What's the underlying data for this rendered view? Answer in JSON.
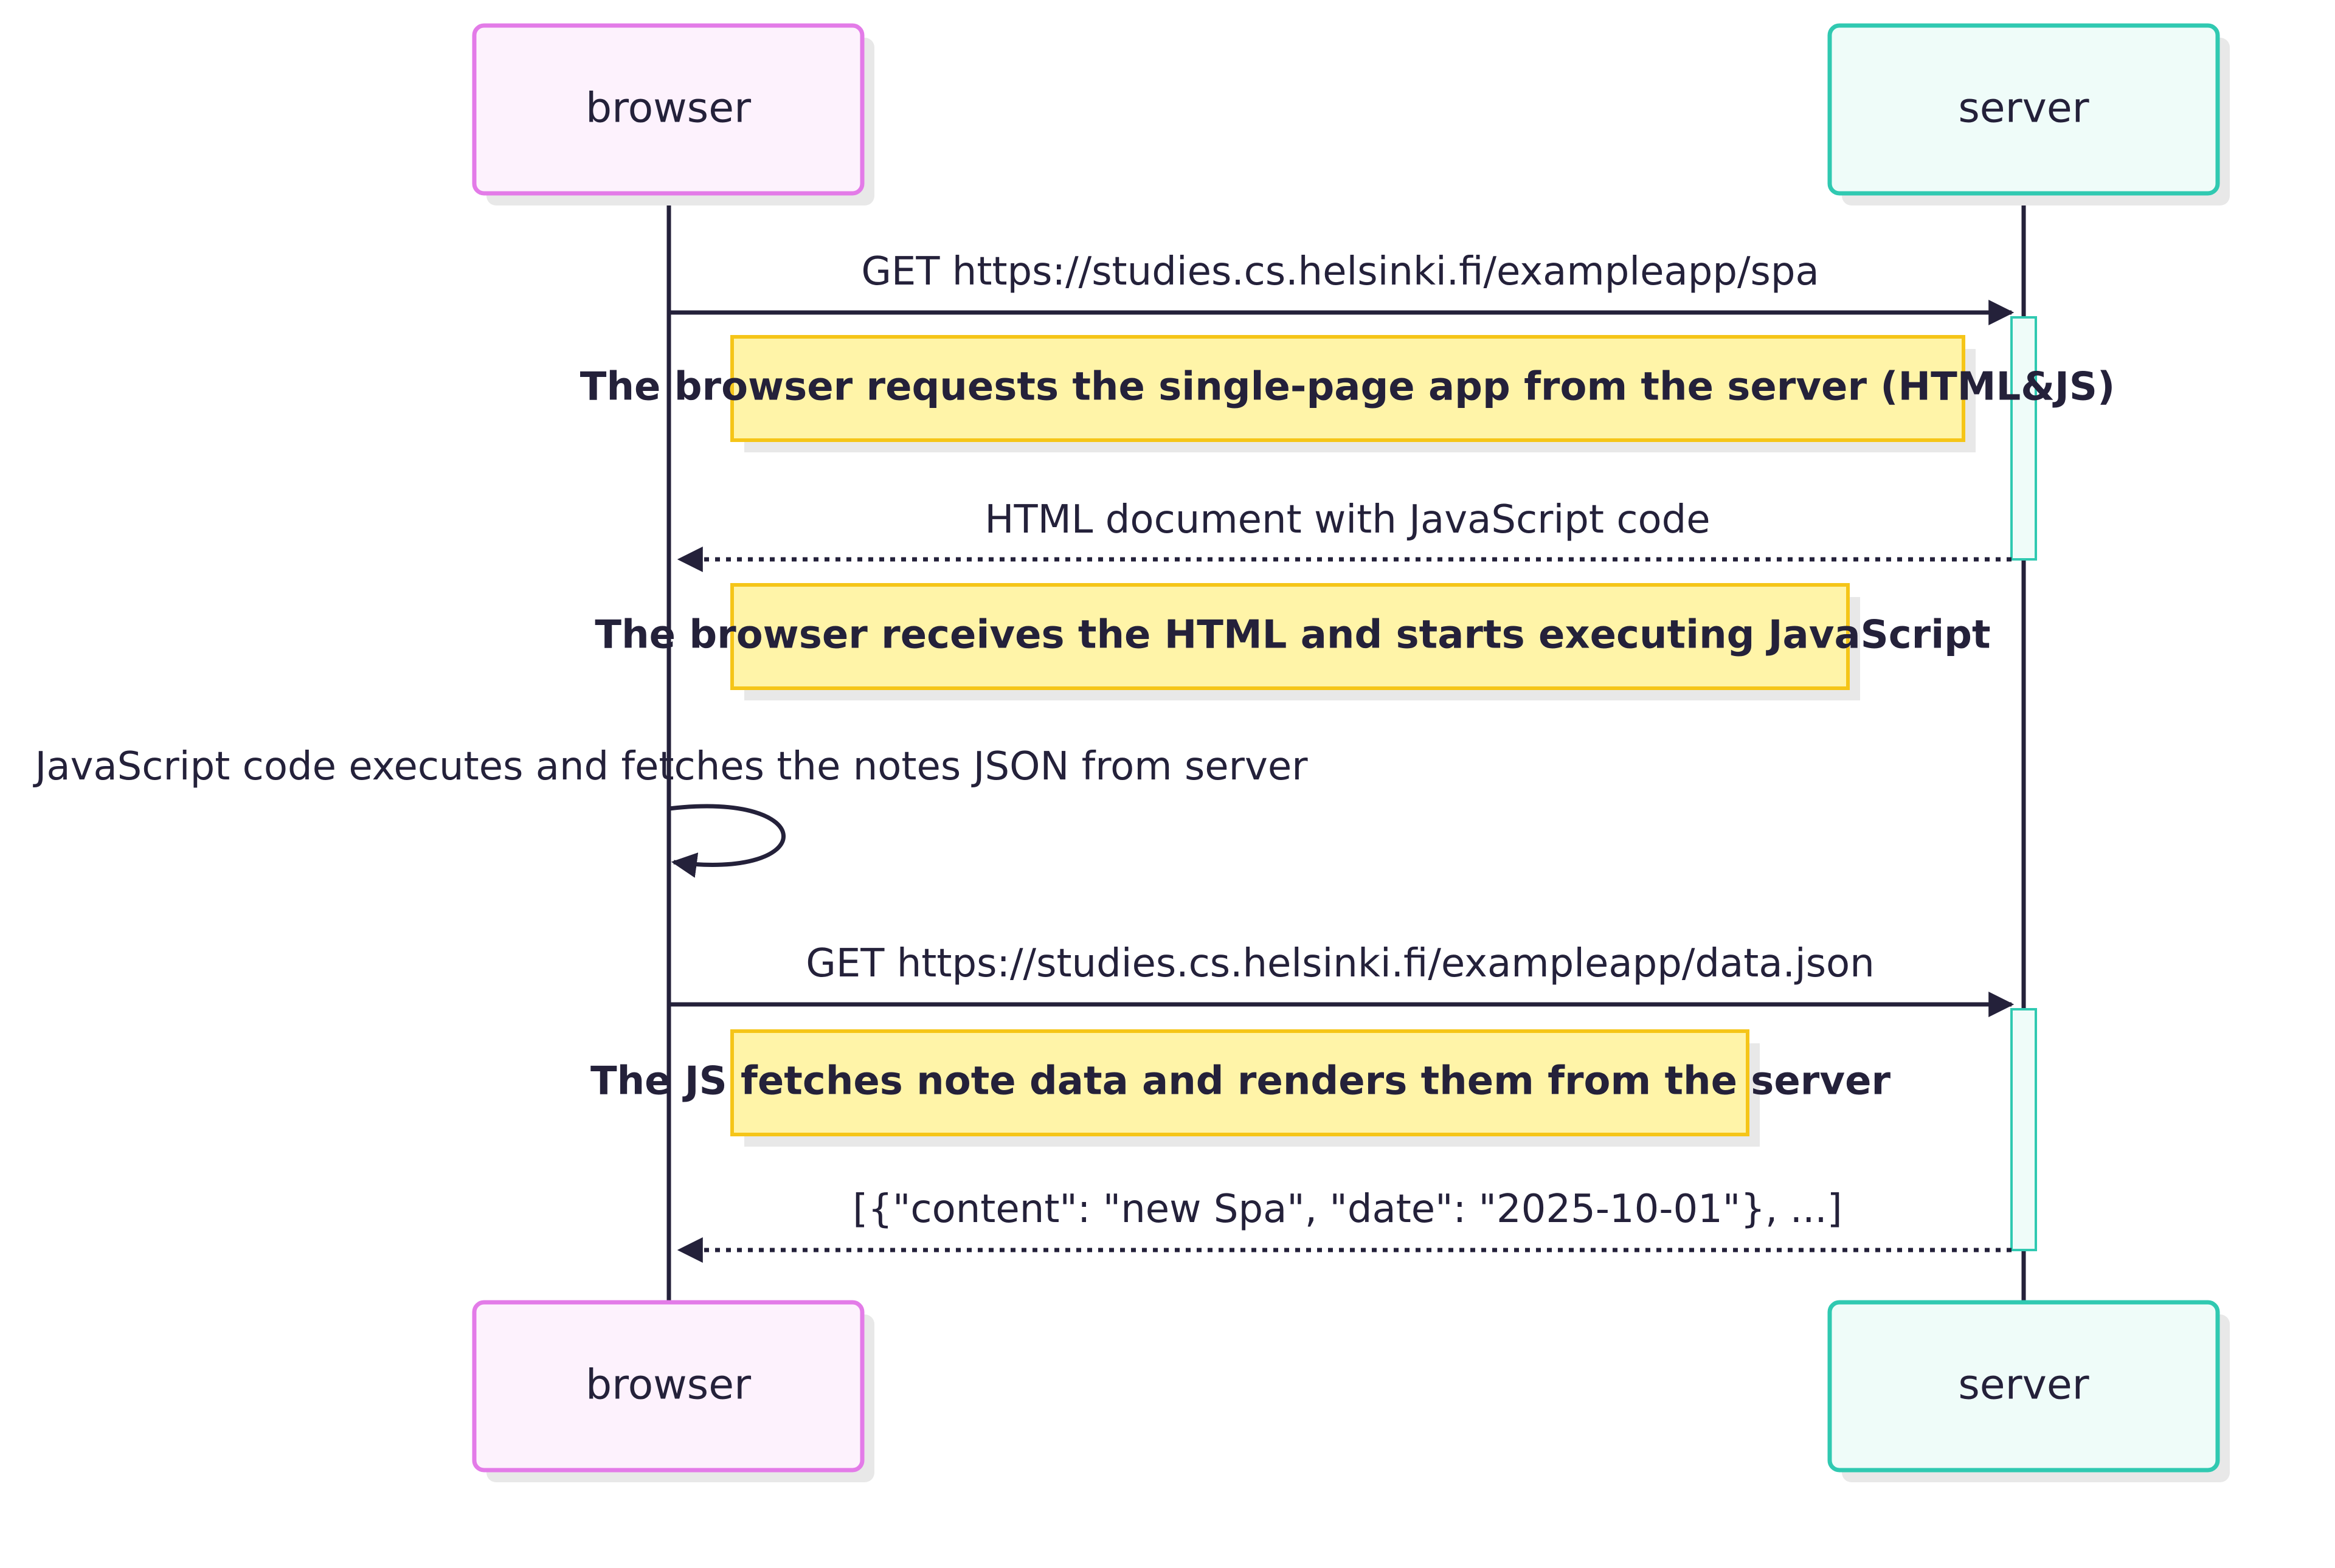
{
  "participants": {
    "browser": {
      "label": "browser",
      "border_color": "#e37be8",
      "fill_color": "#fdf2fd"
    },
    "server": {
      "label": "server",
      "border_color": "#30c9b1",
      "fill_color": "#effcf9"
    }
  },
  "messages": [
    {
      "from": "browser",
      "to": "server",
      "style": "solid",
      "label": "GET https://studies.cs.helsinki.fi/exampleapp/spa"
    },
    {
      "from": "server",
      "to": "browser",
      "style": "dotted",
      "label": "HTML document with JavaScript code"
    },
    {
      "from": "browser",
      "to": "browser",
      "style": "self",
      "label": "JavaScript code executes and fetches the notes JSON from server"
    },
    {
      "from": "browser",
      "to": "server",
      "style": "solid",
      "label": "GET https://studies.cs.helsinki.fi/exampleapp/data.json"
    },
    {
      "from": "server",
      "to": "browser",
      "style": "dotted",
      "label": "[{\"content\": \"new Spa\", \"date\": \"2025-10-01\"}, ...]"
    }
  ],
  "notes": [
    {
      "text": "The browser requests the single-page app from the server (HTML&JS)"
    },
    {
      "text": "The browser receives the HTML and starts executing JavaScript"
    },
    {
      "text": "The JS fetches note data and renders them from the server"
    }
  ],
  "colors": {
    "lifeline": "#24213a",
    "note_border": "#f5c518",
    "note_fill": "#fff4a8",
    "activation_border": "#30c9b1",
    "activation_fill": "#effcf9"
  }
}
